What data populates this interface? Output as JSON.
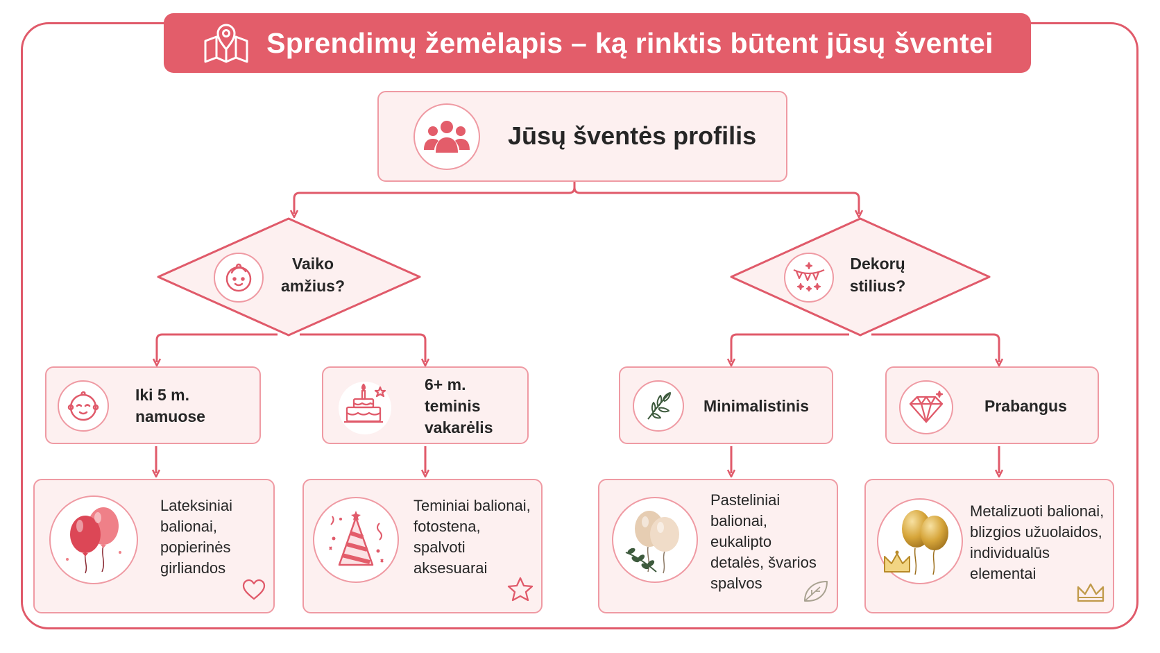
{
  "title": "Sprendimų žemėlapis – ką rinktis būtent jūsų šventei",
  "root": {
    "label": "Jūsų šventės profilis",
    "icon": "people-group-icon"
  },
  "colors": {
    "accent": "#e35d6a",
    "border": "#ef9aa3",
    "box_fill": "#fdf0f0",
    "gold": "#d8a93a"
  },
  "decisions": [
    {
      "label_line1": "Vaiko",
      "label_line2": "amžius?",
      "icon": "child-face-icon"
    },
    {
      "label_line1": "Dekorų",
      "label_line2": "stilius?",
      "icon": "bunting-sparkle-icon"
    }
  ],
  "categories": [
    {
      "lines": [
        "Iki 5 m.",
        "namuose"
      ],
      "icon": "baby-face-icon"
    },
    {
      "lines": [
        "6+ m.",
        "teminis",
        "vakarėlis"
      ],
      "icon": "birthday-cake-icon"
    },
    {
      "lines": [
        "Minimalistinis"
      ],
      "icon": "eucalyptus-branch-icon"
    },
    {
      "lines": [
        "Prabangus"
      ],
      "icon": "diamond-icon"
    }
  ],
  "results": [
    {
      "lines": [
        "Lateksiniai",
        "balionai,",
        "popierinės",
        "girliandos"
      ],
      "icon": "red-balloons-icon",
      "corner_icon": "heart-icon"
    },
    {
      "lines": [
        "Teminiai balionai,",
        "fotostena,",
        "spalvoti",
        "aksesuarai"
      ],
      "icon": "party-hat-icon",
      "corner_icon": "star-icon"
    },
    {
      "lines": [
        "Pasteliniai",
        "balionai,",
        "eukalipto",
        "detalės, švarios",
        "spalvos"
      ],
      "icon": "pastel-balloons-icon",
      "corner_icon": "leaf-icon"
    },
    {
      "lines": [
        "Metalizuoti balionai,",
        "blizgios užuolaidos,",
        "individualūs",
        "elementai"
      ],
      "icon": "gold-balloons-crown-icon",
      "corner_icon": "crown-icon"
    }
  ]
}
